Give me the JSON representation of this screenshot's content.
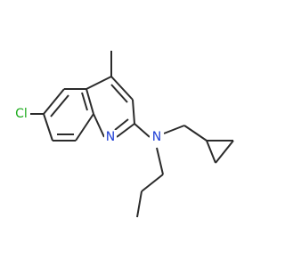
{
  "molecule": {
    "atoms": {
      "cl": {
        "text": "Cl",
        "color": "#1aaa1a"
      },
      "n_ring": {
        "text": "N",
        "color": "#1f3fd6"
      },
      "n_amine": {
        "text": "N",
        "color": "#1f3fd6"
      }
    },
    "bond_color": "#2b2b2b"
  }
}
